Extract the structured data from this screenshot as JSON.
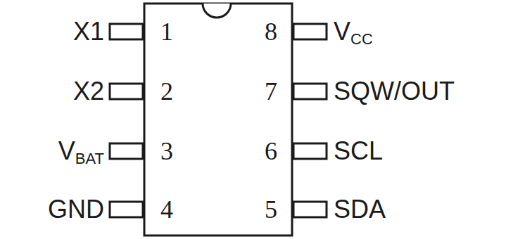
{
  "diagram": {
    "labels": [
      "X1",
      "1",
      "8",
      "VCC",
      "X2",
      "2",
      "7",
      "SQW/OUT",
      "VBAT",
      "3",
      "6",
      "SCL",
      "GND",
      "4",
      "5",
      "SDA"
    ]
  }
}
